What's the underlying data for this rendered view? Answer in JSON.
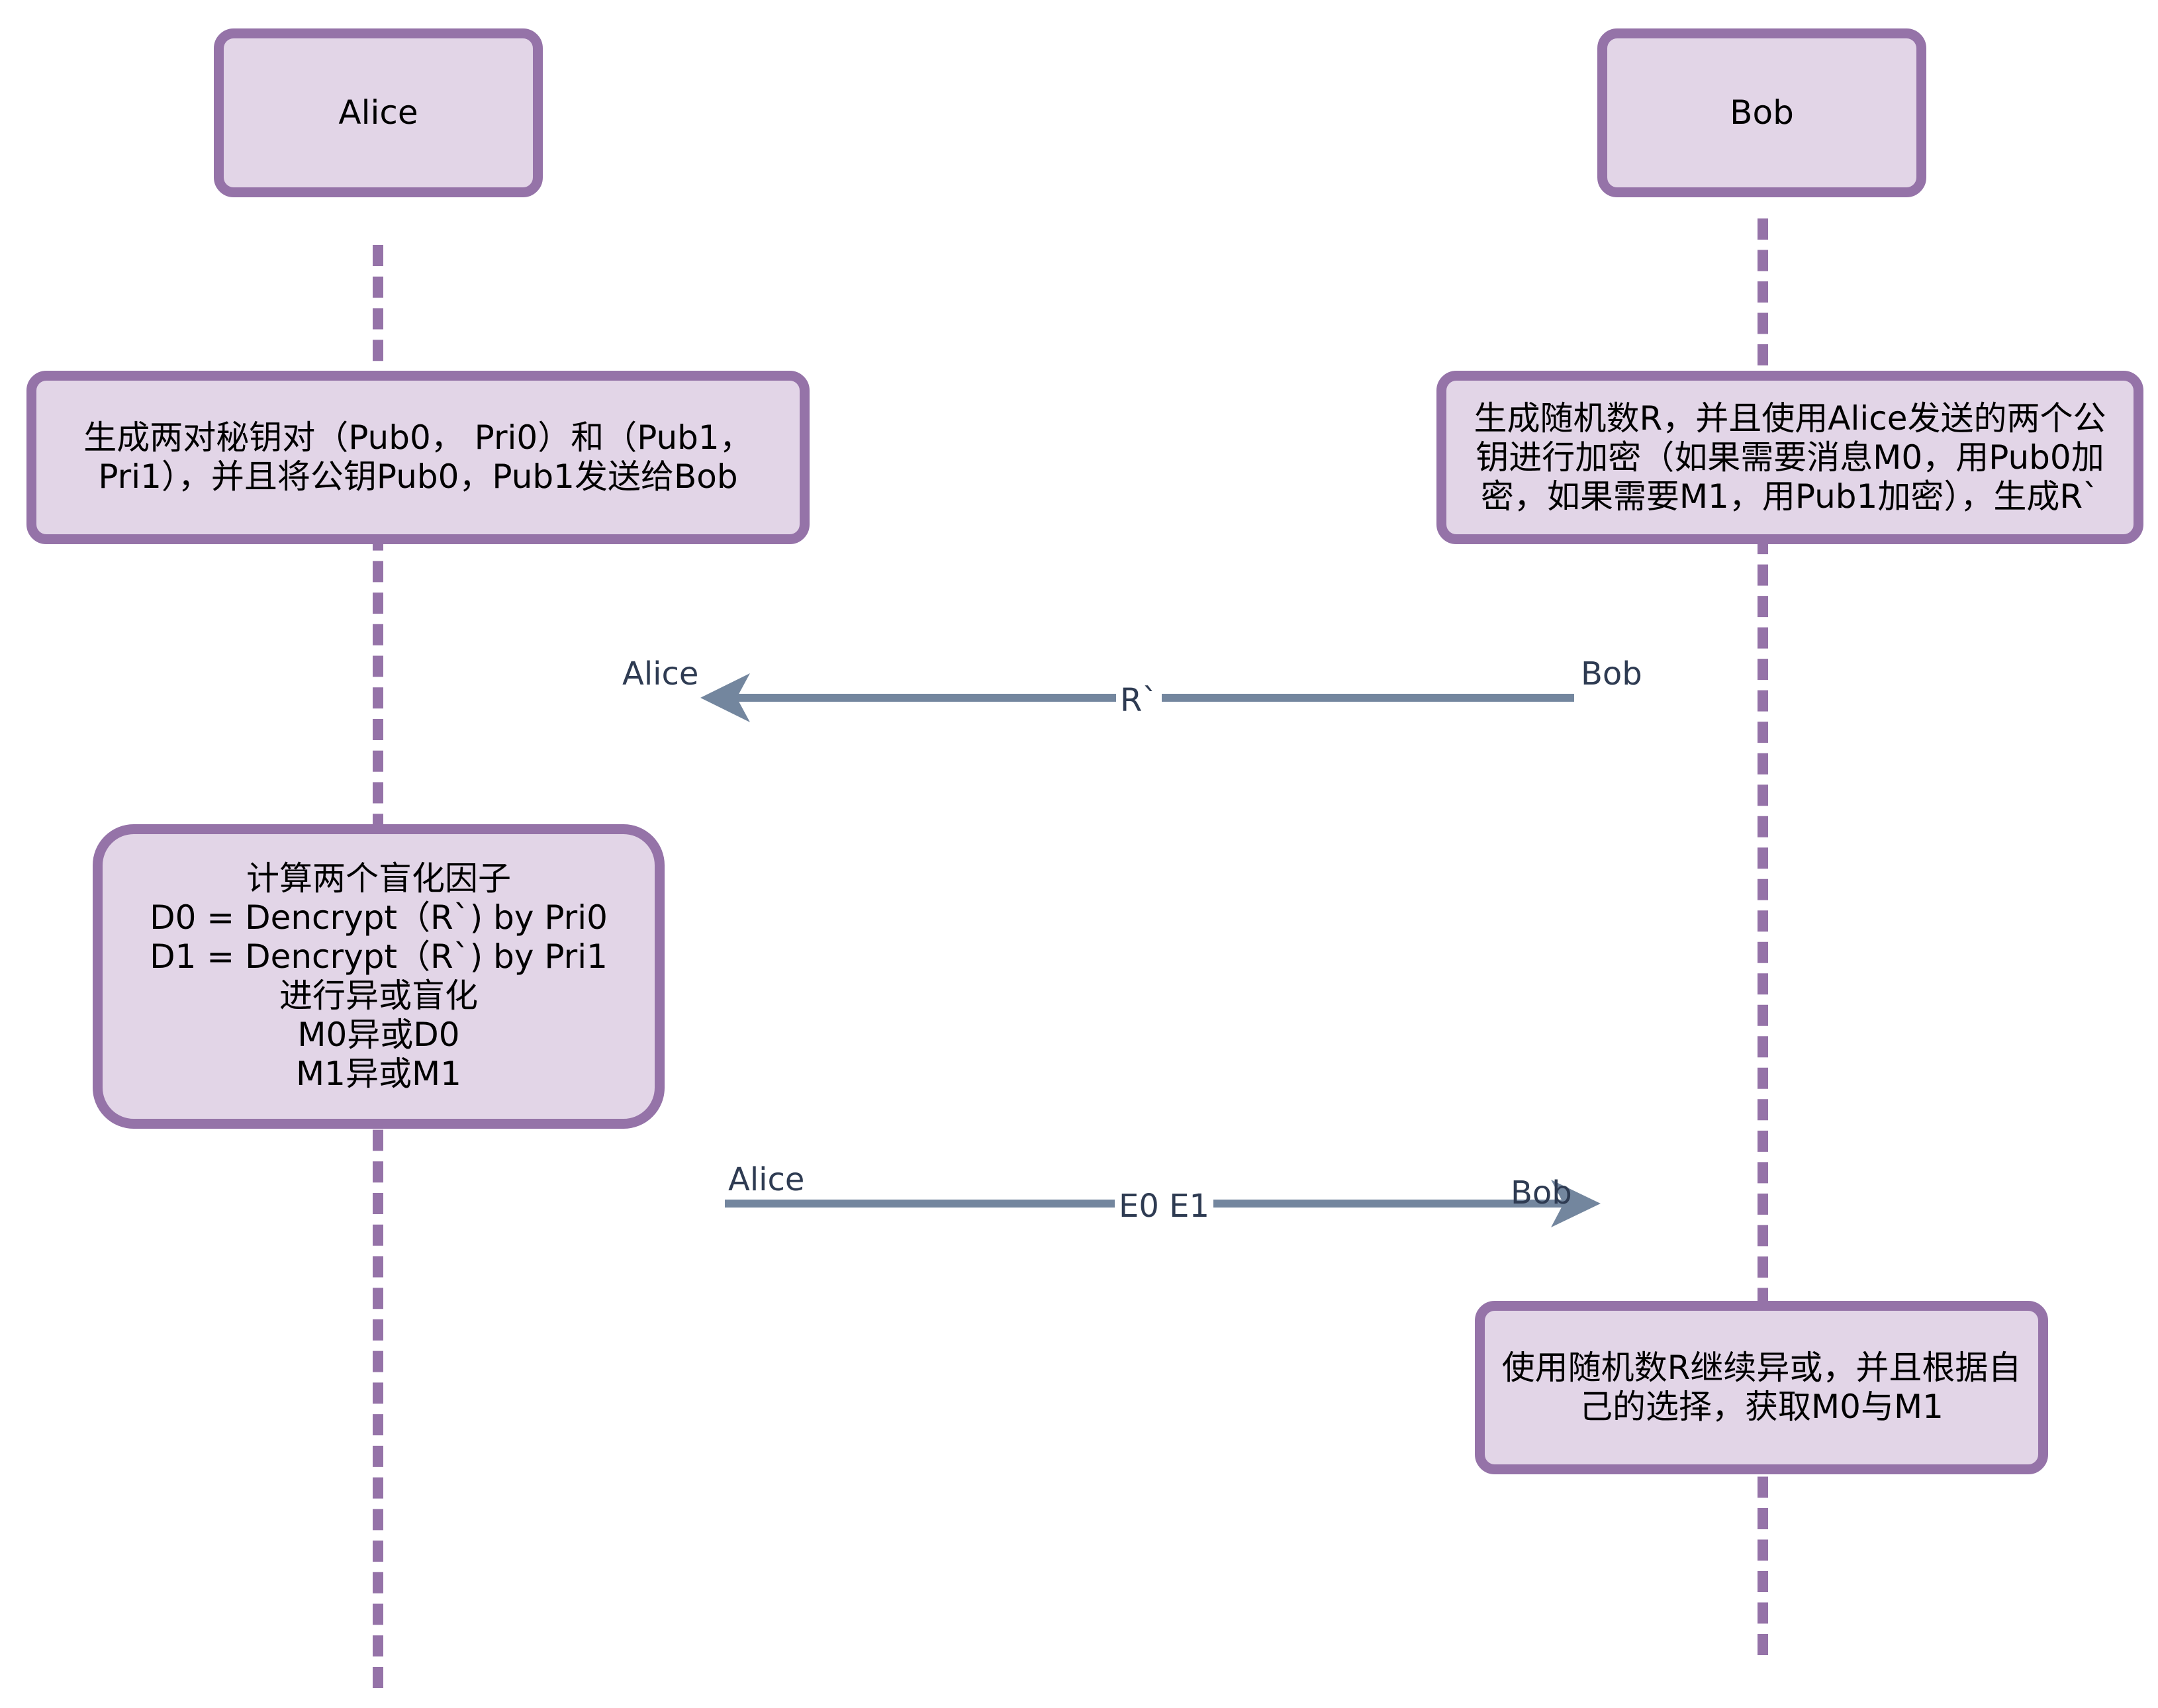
{
  "actors": {
    "alice": "Alice",
    "bob": "Bob"
  },
  "notes": {
    "alice_keygen": "生成两对秘钥对（Pub0， Pri0）和（Pub1，\nPri1），并且将公钥Pub0，Pub1发送给Bob",
    "bob_encrypt": "生成随机数R，并且使用Alice发送的两个公\n钥进行加密（如果需要消息M0，用Pub0加\n密，如果需要M1，用Pub1加密），生成R`",
    "alice_blind": "计算两个盲化因子\nD0 = Dencrypt（R`) by Pri0\nD1 = Dencrypt（R`) by Pri1\n进行异或盲化\nM0异或D0\nM1异或M1",
    "bob_result": "使用随机数R继续异或，并且根据自\n己的选择，获取M0与M1"
  },
  "messages": {
    "m1": {
      "from_label": "Bob",
      "to_label": "Alice",
      "text": "R`"
    },
    "m2": {
      "from_label": "Alice",
      "to_label": "Bob",
      "text": "E0 E1"
    }
  },
  "colors": {
    "box_fill": "#e2d5e7",
    "box_border": "#9573a8",
    "lifeline": "#9573a8",
    "arrow": "#73869e",
    "text": "#2e3b52"
  }
}
